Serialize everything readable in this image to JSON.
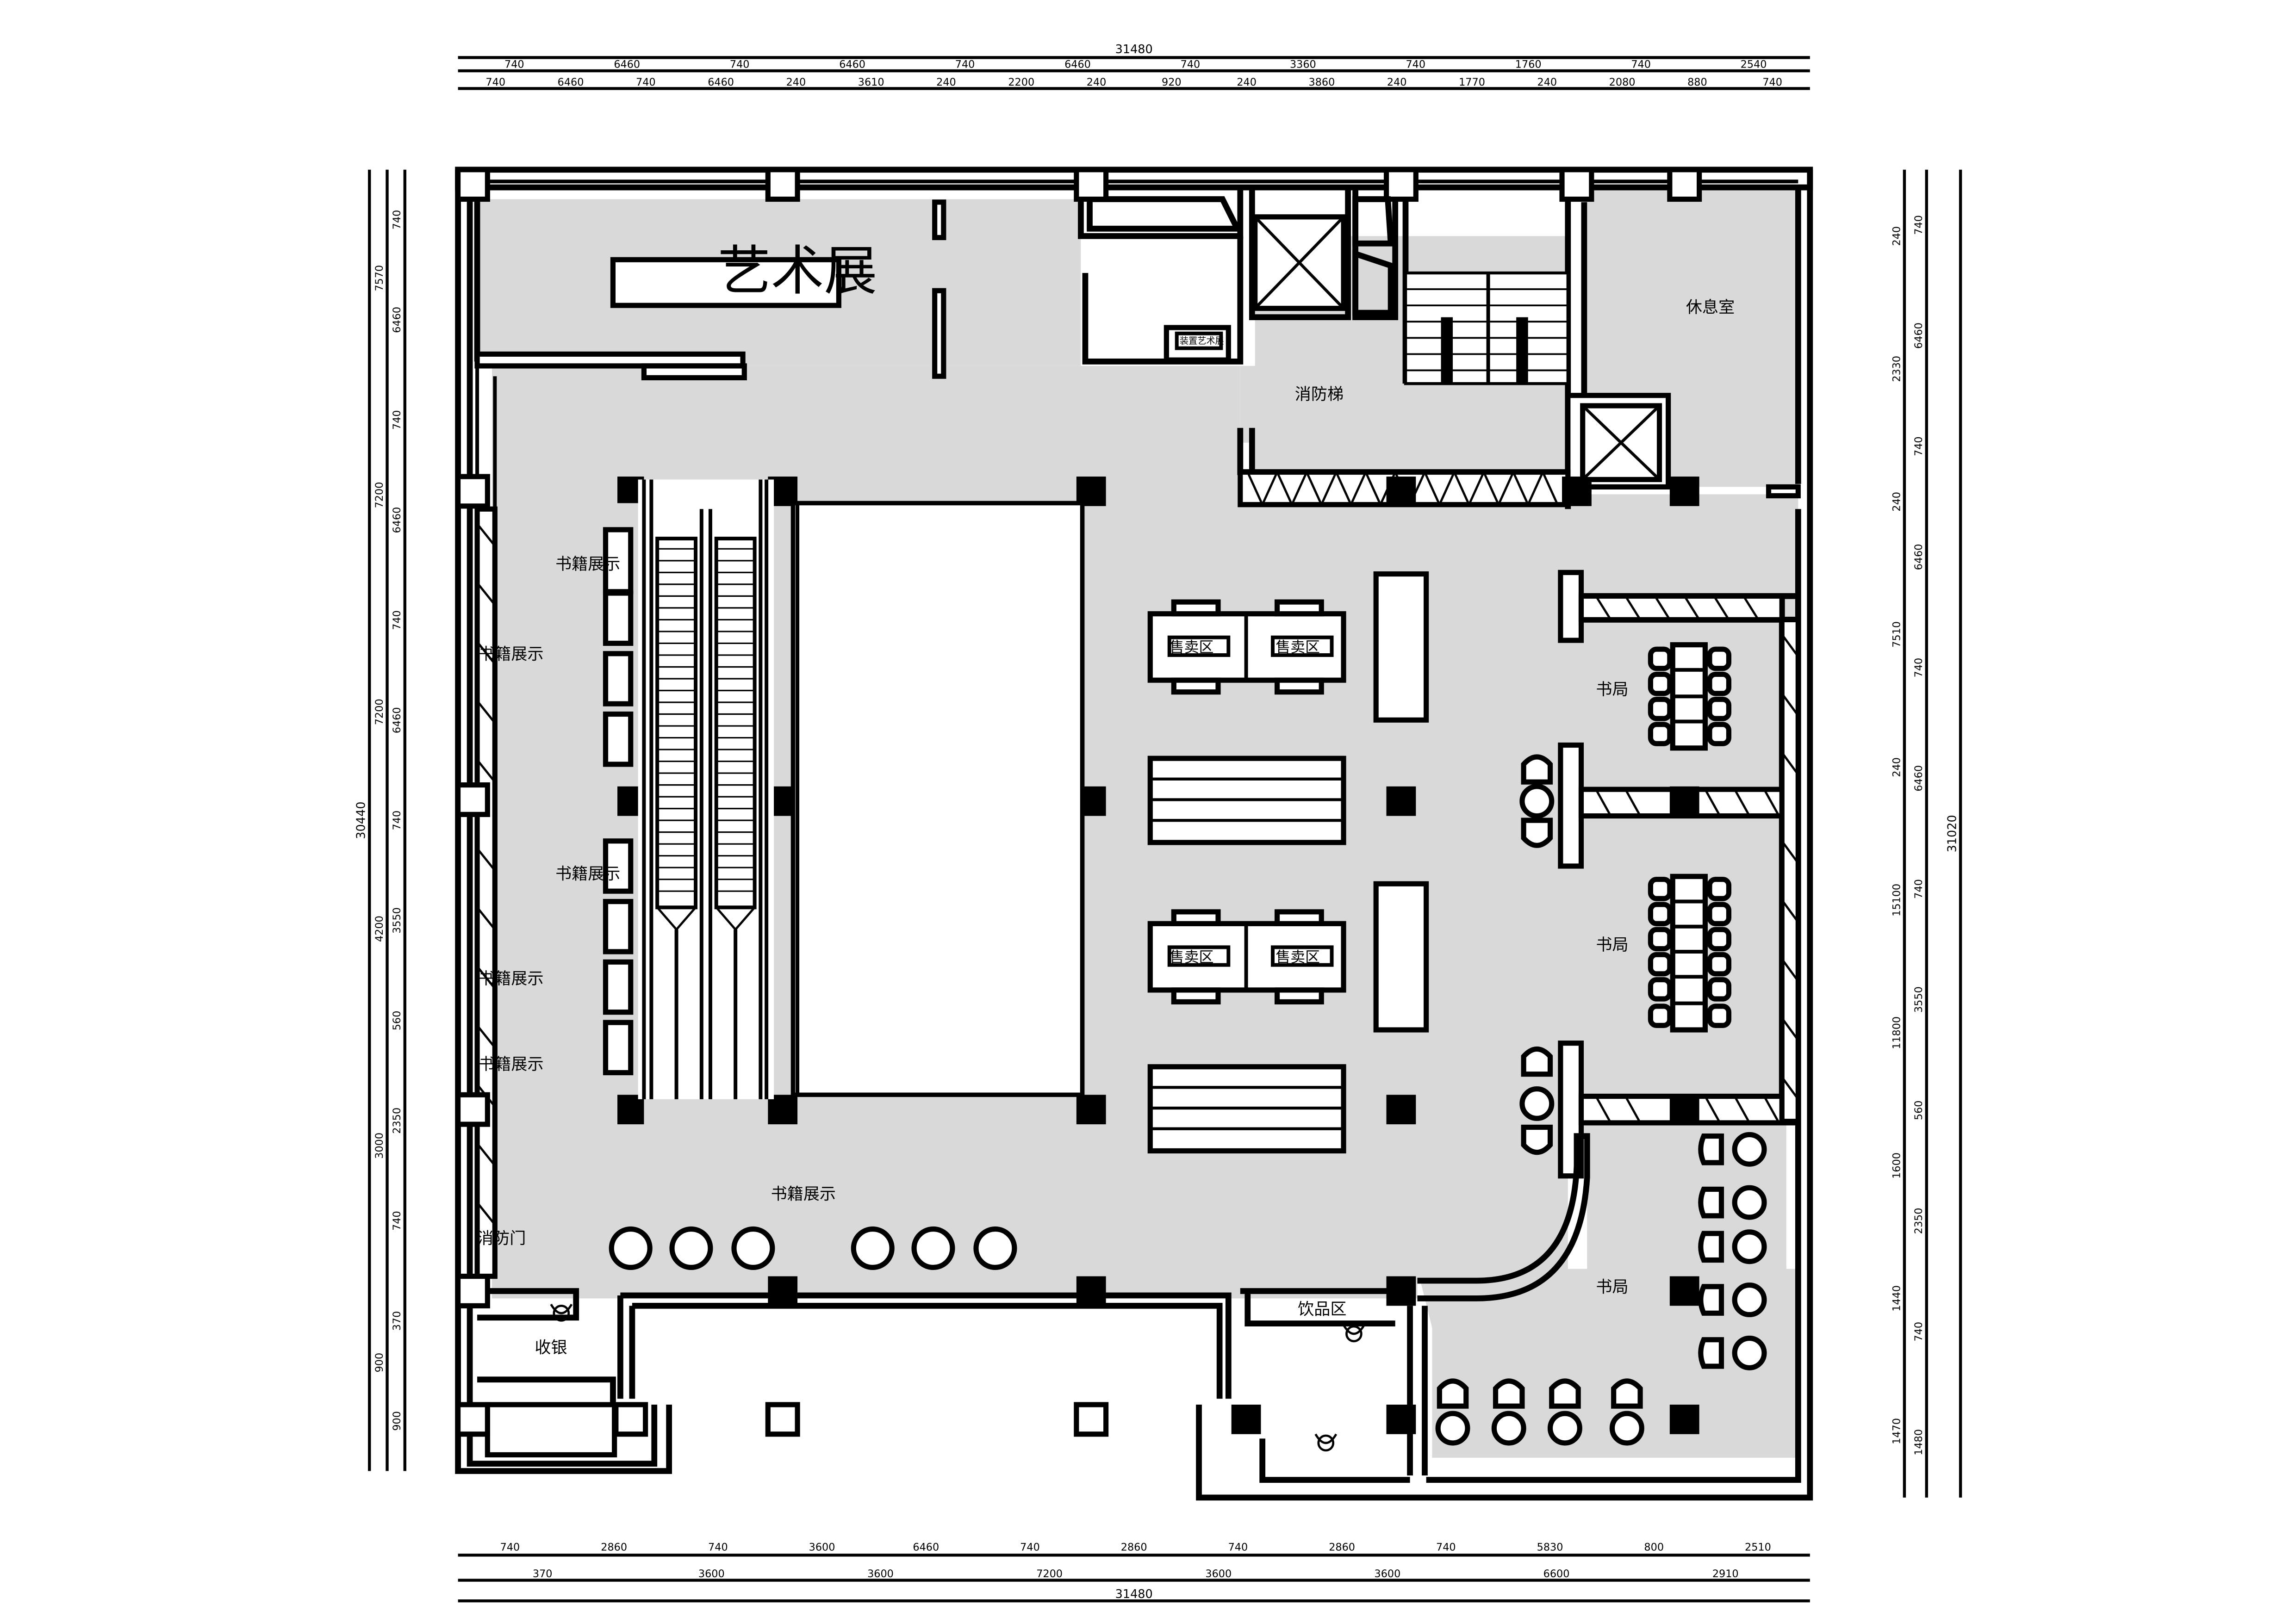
{
  "labels": {
    "art_exhibition": "艺术展",
    "installation_art": "装置艺术展",
    "fire_stair": "消防梯",
    "lounge": "休息室",
    "book_display": "书籍展示",
    "sales_area": "售卖区",
    "bookshop": "书局",
    "fire_door": "消防门",
    "cashier": "收银",
    "drinks_area": "饮品区"
  },
  "dimensions": {
    "top_total": "31480",
    "top_row1": [
      "740",
      "6460",
      "740",
      "6460",
      "740",
      "6460",
      "740",
      "3360",
      "740",
      "1760",
      "740",
      "2540"
    ],
    "top_row2": [
      "740",
      "6460",
      "740",
      "6460",
      "240",
      "3610",
      "240",
      "2200",
      "240",
      "920",
      "240",
      "3860",
      "240",
      "1770",
      "240",
      "2080",
      "880",
      "740"
    ],
    "bottom_row1": [
      "740",
      "2860",
      "740",
      "3600",
      "6460",
      "740",
      "2860",
      "740",
      "2860",
      "740",
      "5830",
      "800",
      "2510"
    ],
    "bottom_row2": [
      "370",
      "3600",
      "3600",
      "7200",
      "3600",
      "3600",
      "6600",
      "2910"
    ],
    "bottom_total": "31480",
    "left_outer": [
      "7570",
      "7200",
      "7200",
      "4200",
      "3000",
      "900"
    ],
    "left_inner": [
      "740",
      "6460",
      "740",
      "6460",
      "740",
      "6460",
      "740",
      "3550",
      "560",
      "2350",
      "740",
      "370",
      "900"
    ],
    "left_total": "30440",
    "right_outer": [
      "240",
      "2330",
      "240",
      "7510",
      "240",
      "15100",
      "11800",
      "1600",
      "1440",
      "1470"
    ],
    "right_inner": [
      "740",
      "6460",
      "740",
      "6460",
      "740",
      "6460",
      "740",
      "3550",
      "560",
      "2350",
      "740",
      "1480"
    ],
    "right_total": "31020"
  }
}
